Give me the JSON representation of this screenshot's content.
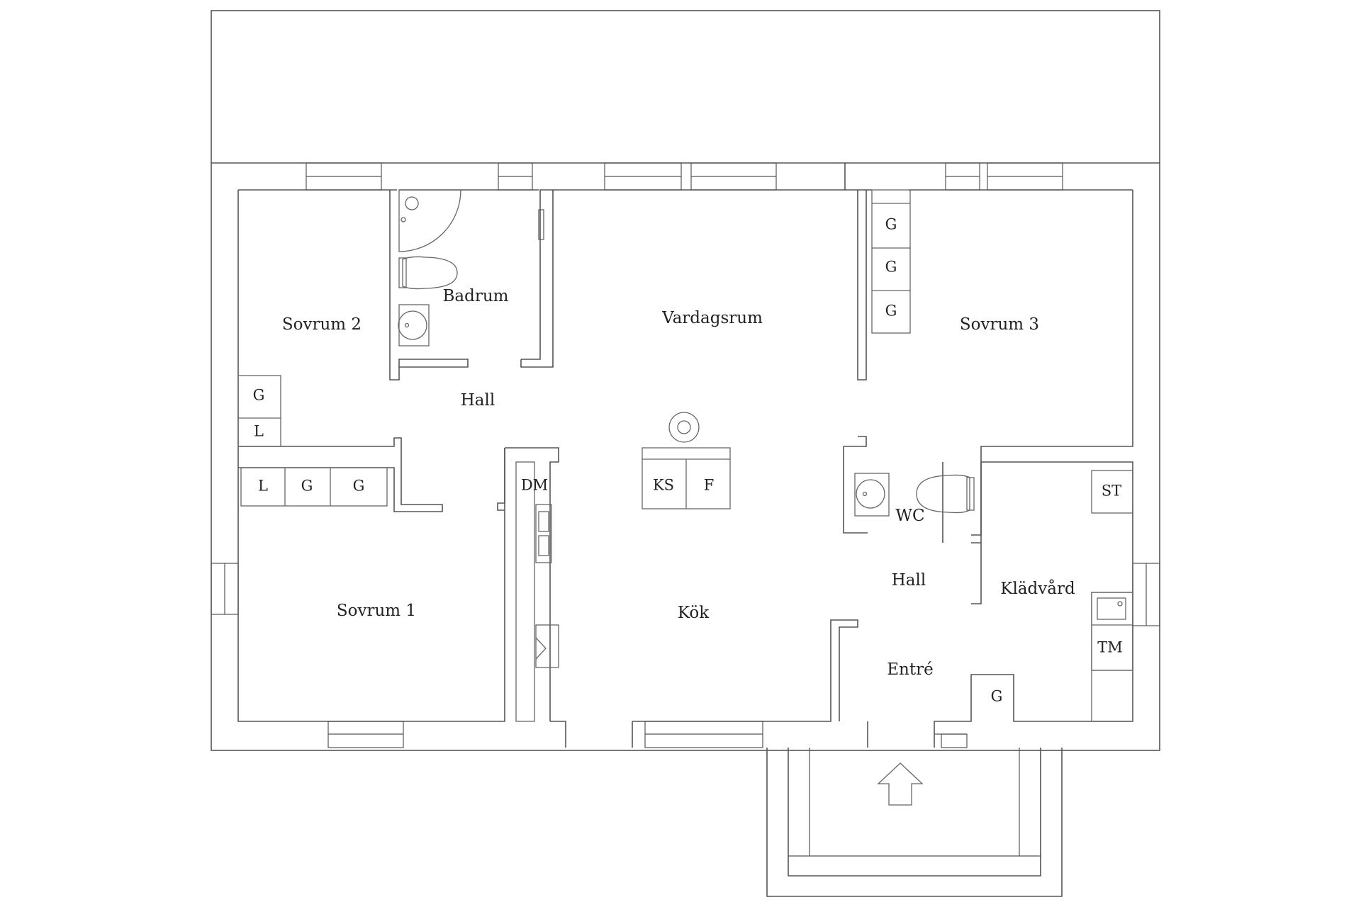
{
  "plan": {
    "rooms": {
      "sovrum2": "Sovrum 2",
      "badrum": "Badrum",
      "vardagsrum": "Vardagsrum",
      "sovrum3": "Sovrum 3",
      "hall_upper": "Hall",
      "sovrum1": "Sovrum 1",
      "kok": "Kök",
      "wc": "WC",
      "hall_lower": "Hall",
      "kladvard": "Klädvård",
      "entre": "Entré"
    },
    "fixtures": {
      "sovrum3_wardrobe_1": "G",
      "sovrum3_wardrobe_2": "G",
      "sovrum3_wardrobe_3": "G",
      "sovrum2_wardrobe": "G",
      "sovrum2_linen": "L",
      "sovrum1_linen": "L",
      "sovrum1_wardrobe_1": "G",
      "sovrum1_wardrobe_2": "G",
      "dishwasher": "DM",
      "fridge_freezer": "KS",
      "freezer": "F",
      "drying_cabinet": "ST",
      "washing_machine": "TM",
      "entre_wardrobe": "G"
    },
    "entrance_arrow_icon": "arrow-up-icon"
  }
}
